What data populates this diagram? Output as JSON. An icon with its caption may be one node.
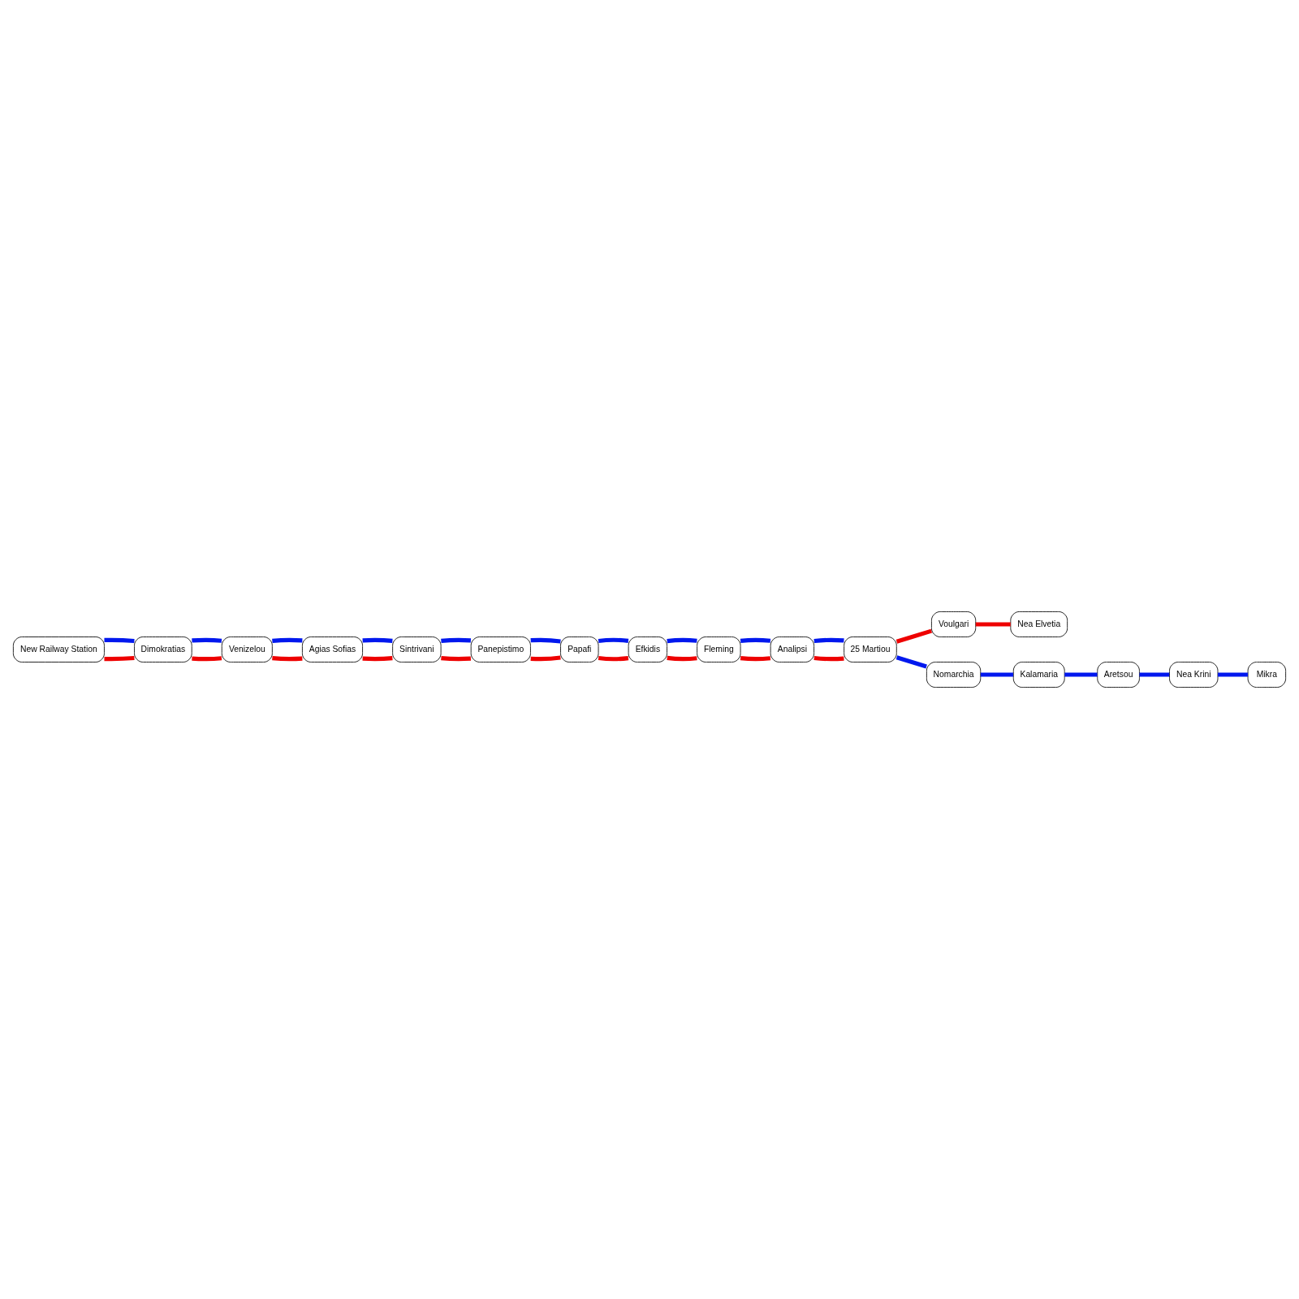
{
  "diagram": {
    "nodes": [
      {
        "text": [
          "New Railway Station"
        ]
      },
      {
        "text": [
          "Dimokratias"
        ]
      },
      {
        "text": [
          "Venizelou"
        ]
      },
      {
        "text": [
          "Agias Sofias"
        ]
      },
      {
        "text": [
          "Sintrivani"
        ]
      },
      {
        "text": [
          "Panepistimo"
        ]
      },
      {
        "text": [
          "Papafi"
        ]
      },
      {
        "text": [
          "Efkidis"
        ]
      },
      {
        "text": [
          "Fleming"
        ]
      },
      {
        "text": [
          "Analipsi"
        ]
      },
      {
        "text": [
          "25 Martiou"
        ]
      },
      {
        "text": [
          "Voulgari"
        ]
      },
      {
        "text": [
          "Nea Elvetia"
        ]
      },
      {
        "text": [
          "Nomarchia"
        ]
      },
      {
        "text": [
          "Kalamaria"
        ]
      },
      {
        "text": [
          "Aretsou"
        ]
      },
      {
        "text": [
          "Nea Krini"
        ]
      },
      {
        "text": [
          "Mikra"
        ]
      }
    ],
    "edges": [
      {
        "from": 0,
        "to": 1,
        "arrow": "none",
        "color": "#ee0000"
      },
      {
        "from": 0,
        "to": 1,
        "arrow": "none"
      },
      {
        "from": 1,
        "to": 2,
        "arrow": "none",
        "color": "#ee0000"
      },
      {
        "from": 1,
        "to": 2,
        "arrow": "none"
      },
      {
        "from": 2,
        "to": 3,
        "arrow": "none",
        "color": "#ee0000"
      },
      {
        "from": 2,
        "to": 3,
        "arrow": "none"
      },
      {
        "from": 3,
        "to": 4,
        "arrow": "none",
        "color": "#ee0000"
      },
      {
        "from": 3,
        "to": 4,
        "arrow": "none"
      },
      {
        "from": 4,
        "to": 5,
        "arrow": "none",
        "color": "#ee0000"
      },
      {
        "from": 4,
        "to": 5,
        "arrow": "none"
      },
      {
        "from": 5,
        "to": 6,
        "arrow": "none",
        "color": "#ee0000"
      },
      {
        "from": 5,
        "to": 6,
        "arrow": "none"
      },
      {
        "from": 6,
        "to": 7,
        "arrow": "none",
        "color": "#ee0000"
      },
      {
        "from": 6,
        "to": 7,
        "arrow": "none"
      },
      {
        "from": 7,
        "to": 8,
        "arrow": "none",
        "color": "#ee0000"
      },
      {
        "from": 7,
        "to": 8,
        "arrow": "none"
      },
      {
        "from": 8,
        "to": 9,
        "arrow": "none",
        "color": "#ee0000"
      },
      {
        "from": 8,
        "to": 9,
        "arrow": "none"
      },
      {
        "from": 9,
        "to": 10,
        "arrow": "none",
        "color": "#ee0000"
      },
      {
        "from": 9,
        "to": 10,
        "arrow": "none"
      },
      {
        "from": 10,
        "to": 11,
        "arrow": "none",
        "color": "#ee0000"
      },
      {
        "from": 11,
        "to": 12,
        "arrow": "none",
        "color": "#ee0000"
      },
      {
        "from": 10,
        "to": 13,
        "arrow": "none"
      },
      {
        "from": 13,
        "to": 14,
        "arrow": "none"
      },
      {
        "from": 14,
        "to": 15,
        "arrow": "none"
      },
      {
        "from": 15,
        "to": 16,
        "arrow": "none"
      },
      {
        "from": 16,
        "to": 17,
        "arrow": "none"
      }
    ]
  }
}
